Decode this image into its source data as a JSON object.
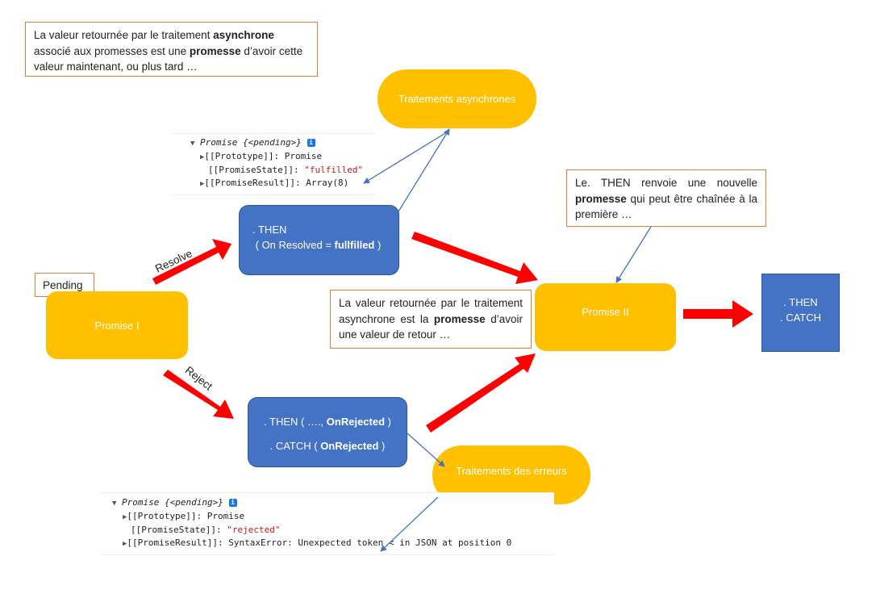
{
  "notes": {
    "top_left": {
      "pre": "La valeur retournée par le traitement ",
      "bold1": "asynchrone",
      "mid": " associé aux promesses est une ",
      "bold2": "promesse",
      "post": " d’avoir cette valeur maintenant, ou plus tard …"
    },
    "then_note": {
      "pre": "Le. THEN renvoie une nouvelle ",
      "bold": "promesse",
      "post": " qui peut être chaînée à la première …"
    },
    "middle": {
      "pre": "La valeur retournée par le traitement asynchrone est la ",
      "bold": "promesse",
      "post": " d’avoir une valeur de retour …"
    }
  },
  "nodes": {
    "async": "Traitements asynchrones",
    "pending": "Pending",
    "promise1": "Promise I",
    "promise2": "Promise II",
    "errors": "Traitements des erreurs",
    "then_resolved_line1": ". THEN",
    "then_resolved_line2_pre": "( On Resolved = ",
    "then_resolved_line2_bold": "fullfilled",
    "then_resolved_line2_post": " )",
    "reject_line1_pre": ". THEN ( …., ",
    "reject_line1_bold": "OnRejected",
    "reject_line1_post": " )",
    "reject_line2_pre": ". CATCH ( ",
    "reject_line2_bold": "OnRejected",
    "reject_line2_post": " )",
    "final_line1": ". THEN",
    "final_line2": ". CATCH"
  },
  "labels": {
    "resolve": "Resolve",
    "reject": "Reject"
  },
  "console_fulfilled": {
    "header_pre": "Promise ",
    "header_state": "{<pending>}",
    "info": "i",
    "prototype": "[[Prototype]]: Promise",
    "state_key": "[[PromiseState]]: ",
    "state_val": "\"fulfilled\"",
    "result": "[[PromiseResult]]: Array(8)"
  },
  "console_rejected": {
    "header_pre": "Promise ",
    "header_state": "{<pending>}",
    "info": "i",
    "prototype": "[[Prototype]]: Promise",
    "state_key": "[[PromiseState]]: ",
    "state_val": "\"rejected\"",
    "result": "[[PromiseResult]]: SyntaxError: Unexpected token < in JSON at position 0"
  },
  "colors": {
    "yellow": "#ffc000",
    "blue": "#4472c4",
    "red_arrow": "#ff0000",
    "connector": "#4472c4",
    "note_border": "#e07b39"
  }
}
